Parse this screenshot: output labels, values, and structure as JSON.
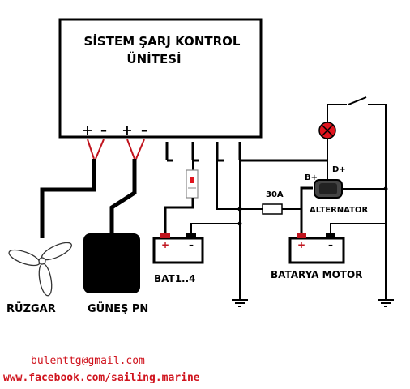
{
  "controller": {
    "title_line1": "SİSTEM ŞARJ KONTROL",
    "title_line2": "ÜNİTESİ"
  },
  "terminals": {
    "wind_plus": "+",
    "wind_minus": "–",
    "solar_plus": "+",
    "solar_minus": "–"
  },
  "labels": {
    "wind": "RÜZGAR",
    "solar": "GÜNEŞ PN",
    "bat_house": "BAT1..4",
    "bat_engine": "BATARYA MOTOR",
    "fuse": "30A",
    "alternator": "ALTERNATOR",
    "alt_b_plus": "B+",
    "alt_d_plus": "D+",
    "bat1_plus": "+",
    "bat1_minus": "–",
    "bat2_plus": "+",
    "bat2_minus": "–"
  },
  "footer": {
    "email": "bulenttg@gmail.com",
    "website": "www.facebook.com/sailing.marine"
  },
  "colors": {
    "wire": "#000000",
    "lamp": "#e0141e",
    "footer_text": "#d0141e",
    "terminal_red": "#c0141e"
  }
}
